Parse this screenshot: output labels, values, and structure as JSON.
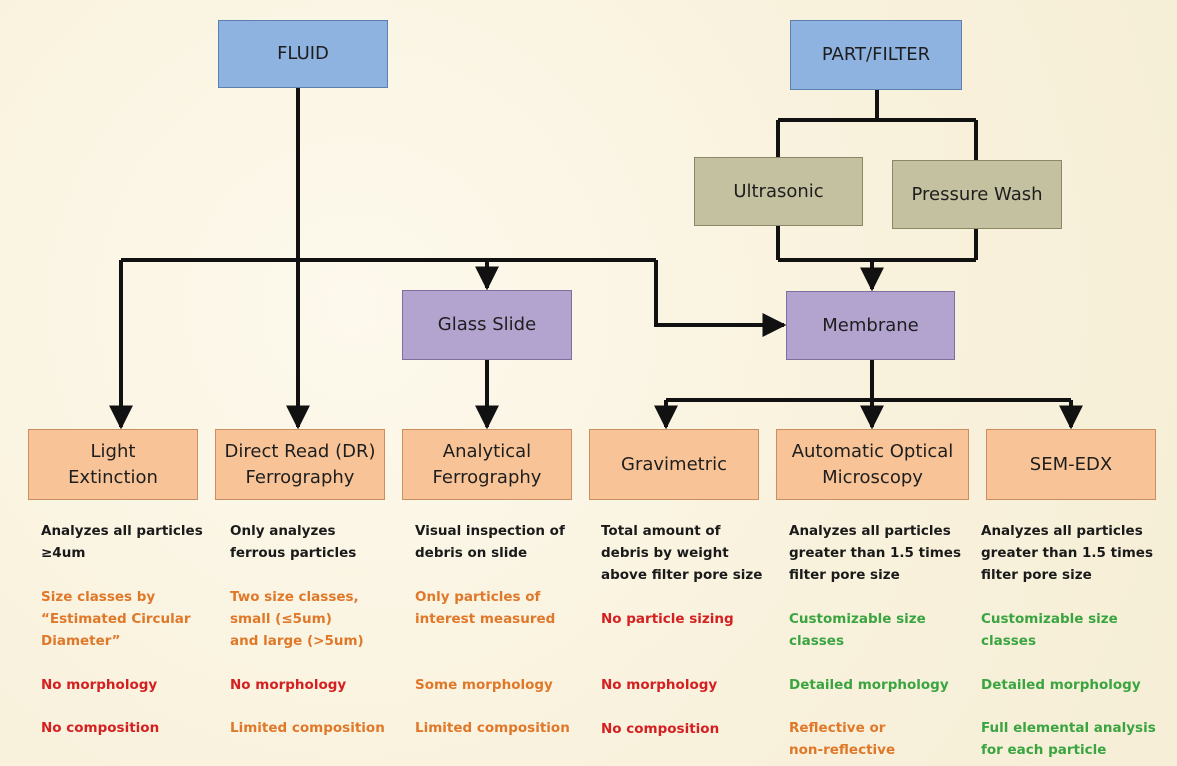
{
  "colors": {
    "fluid_box": "#8fb3e0",
    "prep_box": "#c4c1a0",
    "intermediate_box": "#b3a3cf",
    "method_box": "#f8c497",
    "text_dark": "#1a1a1a",
    "text_orange": "#e0782a",
    "text_red": "#d42020",
    "text_green": "#3aa540"
  },
  "sources": {
    "fluid": "FLUID",
    "part_filter": "PART/FILTER"
  },
  "prep": {
    "ultrasonic": "Ultrasonic",
    "pressure_wash": "Pressure Wash"
  },
  "intermediate": {
    "glass_slide": "Glass Slide",
    "membrane": "Membrane"
  },
  "methods": [
    {
      "title": "Light\nExtinction",
      "notes": [
        {
          "text": "Analyzes all particles\n≥4um",
          "color": "black"
        },
        {
          "text": "Size classes by\n“Estimated Circular\nDiameter”",
          "color": "orange"
        },
        {
          "text": "No morphology",
          "color": "red"
        },
        {
          "text": "No composition",
          "color": "red"
        }
      ]
    },
    {
      "title": "Direct Read (DR)\nFerrography",
      "notes": [
        {
          "text": "Only analyzes\nferrous particles",
          "color": "black"
        },
        {
          "text": "Two size classes,\nsmall (≤5um)\nand large (>5um)",
          "color": "orange"
        },
        {
          "text": "No morphology",
          "color": "red"
        },
        {
          "text": "Limited composition",
          "color": "orange"
        }
      ]
    },
    {
      "title": "Analytical\nFerrography",
      "notes": [
        {
          "text": "Visual inspection of\ndebris on slide",
          "color": "black"
        },
        {
          "text": "Only particles of\ninterest measured",
          "color": "orange"
        },
        {
          "text": "Some morphology",
          "color": "orange"
        },
        {
          "text": "Limited composition",
          "color": "orange"
        }
      ]
    },
    {
      "title": "Gravimetric",
      "notes": [
        {
          "text": "Total amount of\ndebris by weight\nabove filter pore size",
          "color": "black"
        },
        {
          "text": "No particle sizing",
          "color": "red"
        },
        {
          "text": "No morphology",
          "color": "red"
        },
        {
          "text": "No composition",
          "color": "red"
        }
      ]
    },
    {
      "title": "Automatic Optical\nMicroscopy",
      "notes": [
        {
          "text": "Analyzes all particles\ngreater than 1.5 times\nfilter pore size",
          "color": "black"
        },
        {
          "text": "Customizable size\nclasses",
          "color": "green"
        },
        {
          "text": "Detailed morphology",
          "color": "green"
        },
        {
          "text": "Reflective or\nnon-reflective",
          "color": "orange"
        }
      ]
    },
    {
      "title": "SEM-EDX",
      "notes": [
        {
          "text": "Analyzes all particles\ngreater than 1.5 times\nfilter pore size",
          "color": "black"
        },
        {
          "text": "Customizable size\nclasses",
          "color": "green"
        },
        {
          "text": "Detailed morphology",
          "color": "green"
        },
        {
          "text": "Full elemental analysis\nfor each particle",
          "color": "green"
        }
      ]
    }
  ]
}
